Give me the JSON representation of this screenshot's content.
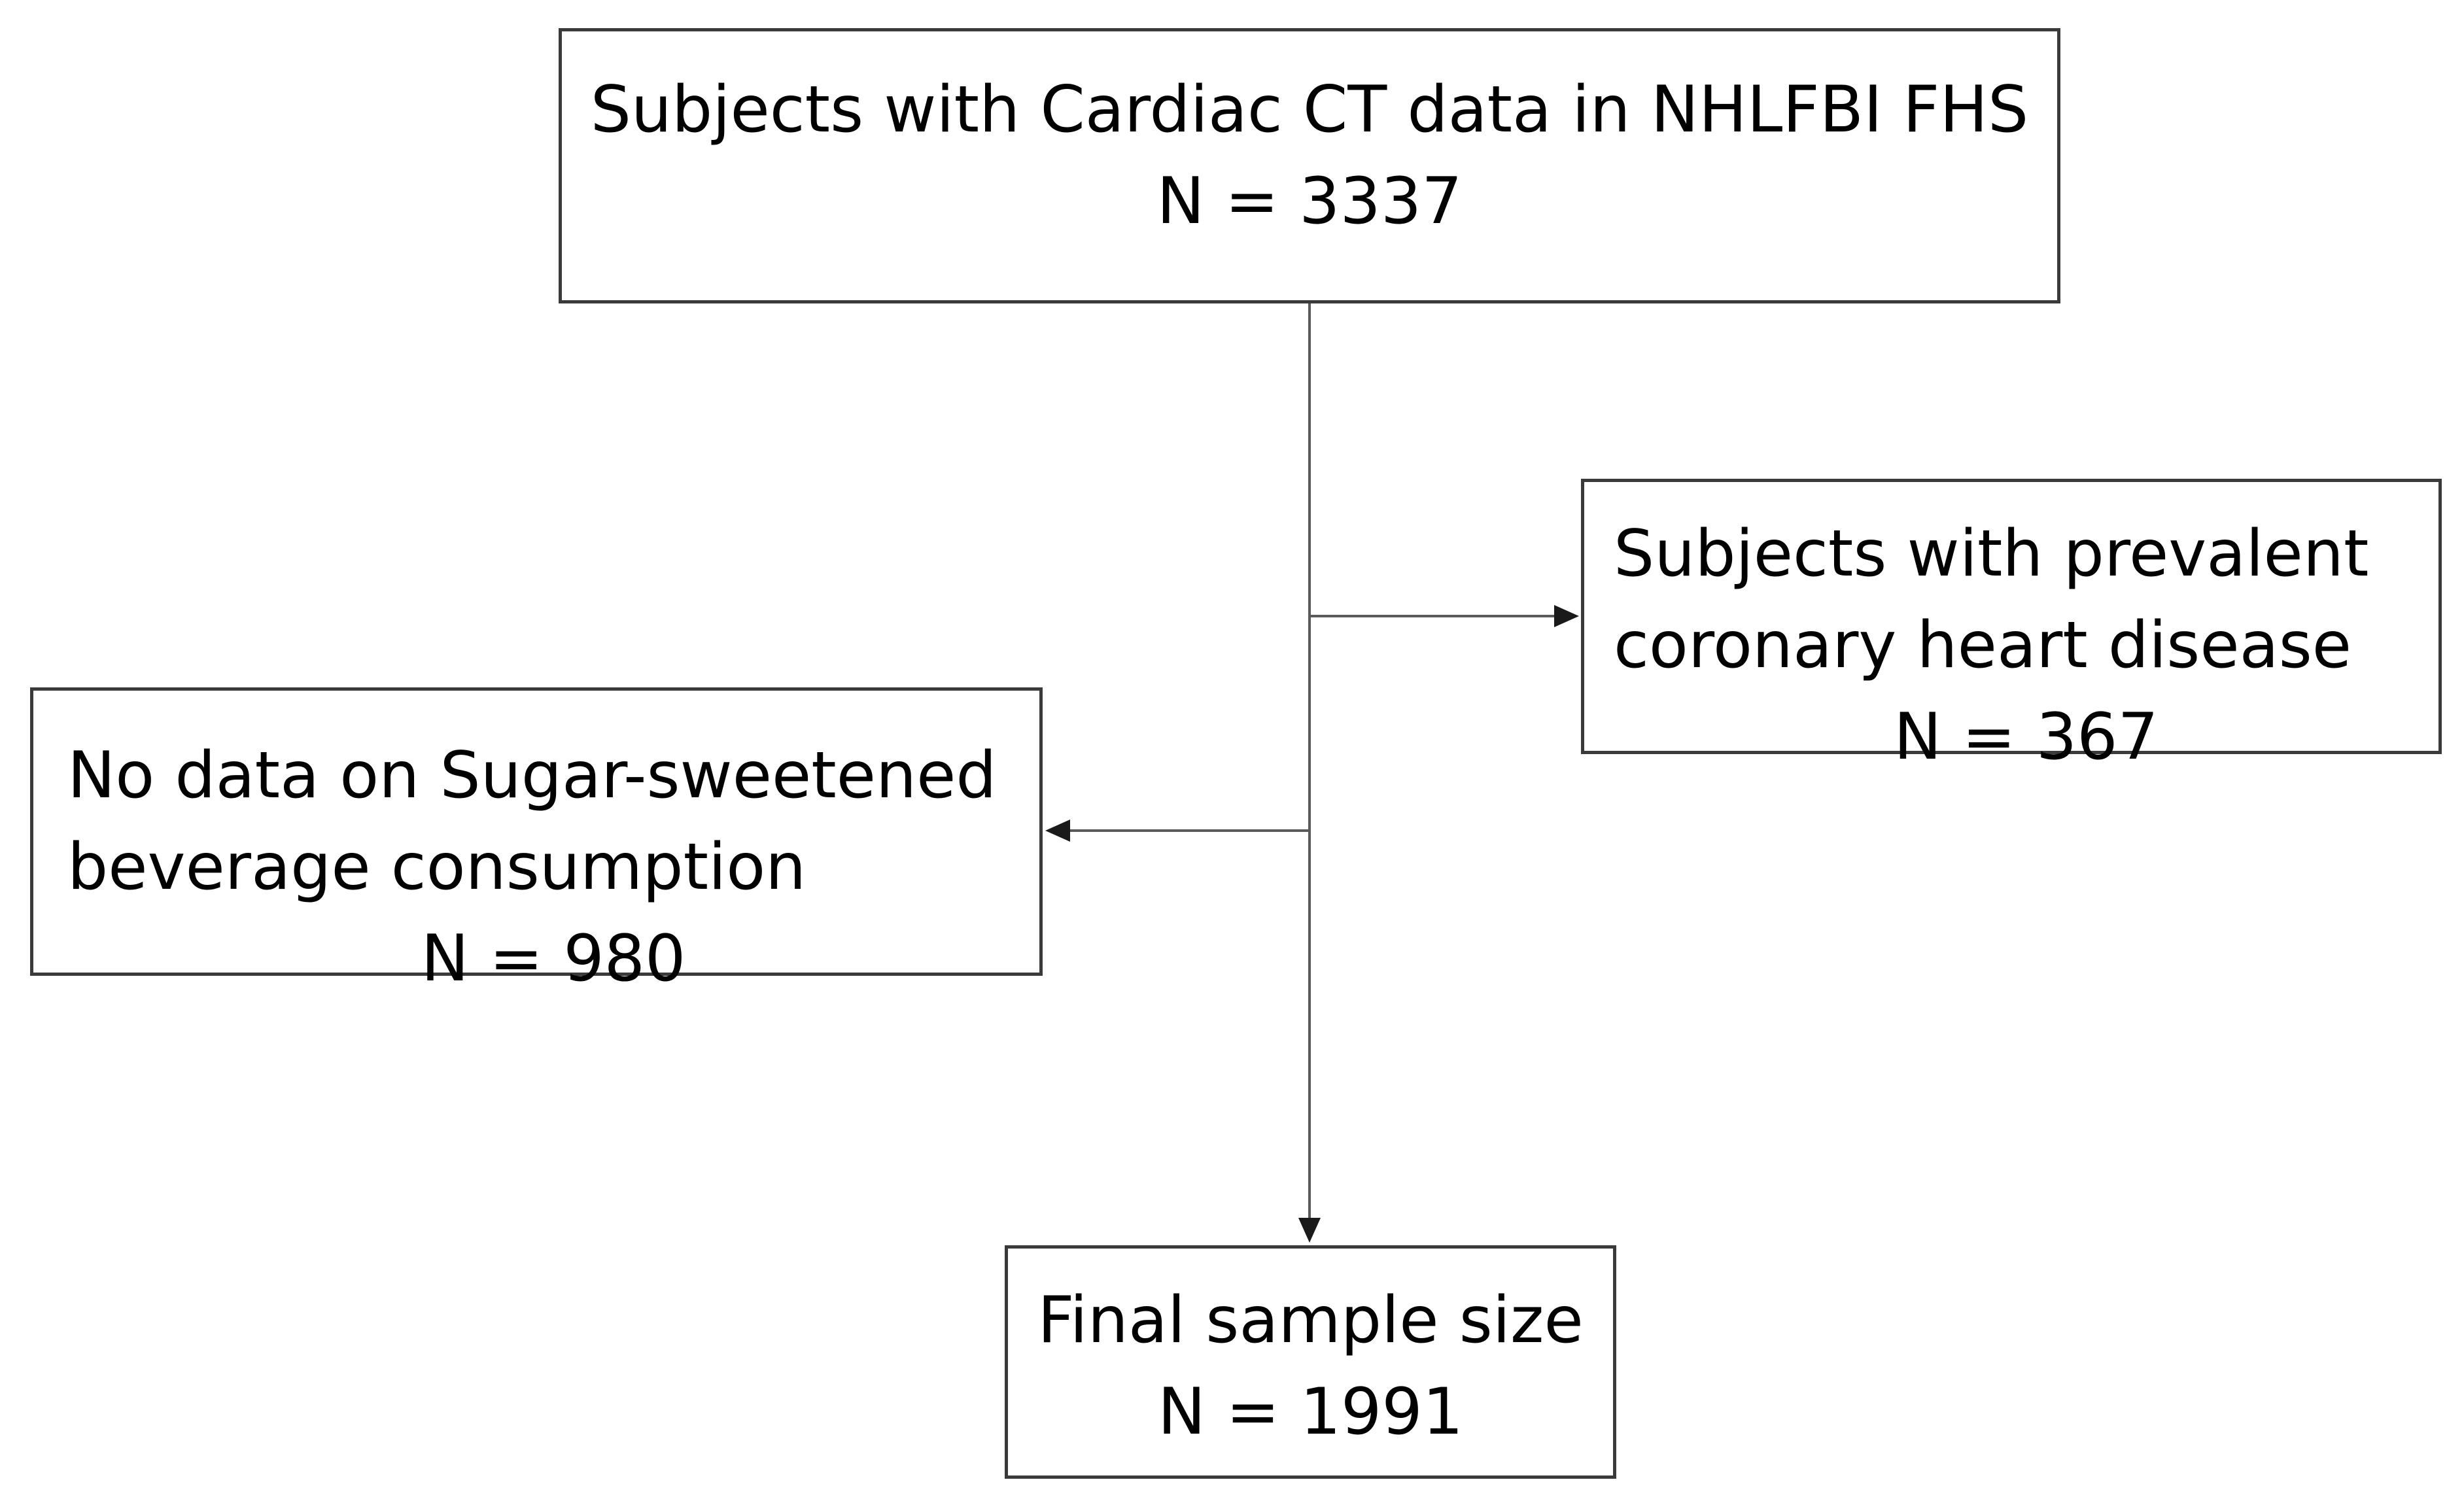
{
  "flowchart": {
    "source": {
      "title": "Subjects with Cardiac CT data in NHLFBI FHS",
      "count": "N = 3337"
    },
    "exclusion_chd": {
      "line1": "Subjects with prevalent",
      "line2": "coronary heart disease",
      "count": "N = 367"
    },
    "exclusion_ssb": {
      "line1": "No data on Sugar-sweetened",
      "line2": "beverage consumption",
      "count": "N = 980"
    },
    "final": {
      "title": "Final sample size",
      "count": "N = 1991"
    }
  },
  "colors": {
    "box_border": "#3a3a3a",
    "connector": "#5a5a5a",
    "text": "#000000",
    "background": "#ffffff"
  }
}
